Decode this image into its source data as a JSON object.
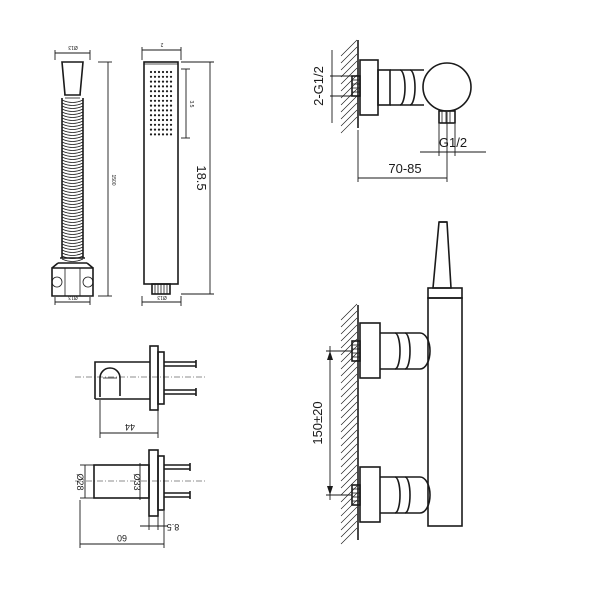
{
  "drawing": {
    "hose": {
      "width_top": "Ø13",
      "length": "1500",
      "width_bottom": "Ø13"
    },
    "hand_shower": {
      "top": "2",
      "spray_zone": "3.5",
      "length": "18.5",
      "bottom": "Ø13"
    },
    "holder": {
      "depth": "44",
      "outer_dia": "Ø28",
      "inner_dia": "Ø33",
      "plate": "8.5",
      "length": "60"
    },
    "mixer_top": {
      "inlet": "2-G1/2",
      "outlet": "G1/2",
      "projection": "70-85"
    },
    "mixer_front": {
      "centres": "150±20"
    }
  }
}
